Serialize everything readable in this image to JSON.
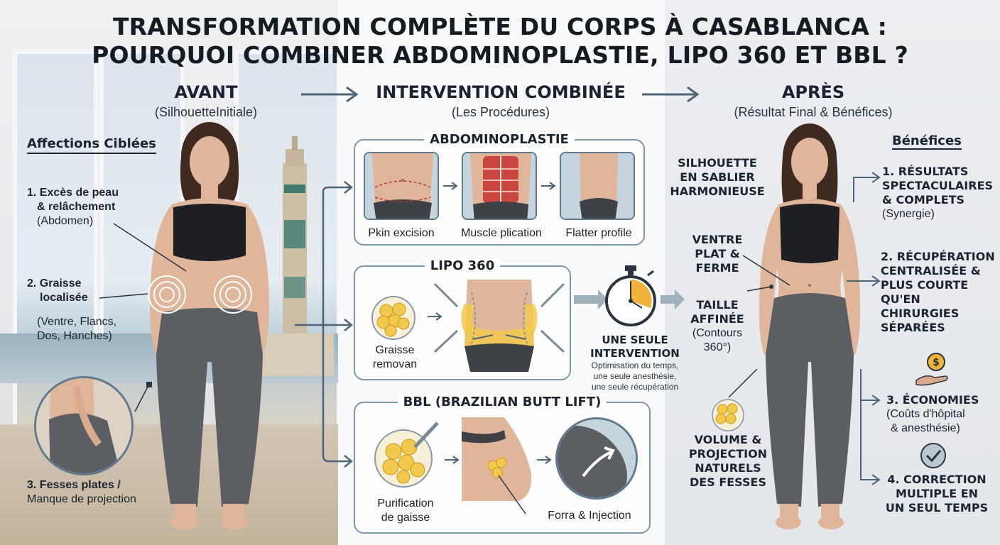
{
  "title": {
    "line1": "TRANSFORMATION COMPLÈTE DU CORPS À CASABLANCA :",
    "line2": "POURQUOI COMBINER ABDOMINOPLASTIE, LIPO 360 ET BBL ?"
  },
  "columns": {
    "avant": {
      "heading": "AVANT",
      "sub": "(SilhouetteInitiale)"
    },
    "intervention": {
      "heading": "INTERVENTION COMBINÉE",
      "sub": "(Les Procédures)"
    },
    "apres": {
      "heading": "APRÈS",
      "sub": "(Résultat Final & Bénéfices)"
    }
  },
  "left": {
    "section_title": "Affections Ciblées",
    "item1": {
      "line1": "1. Excès de peau",
      "line2": "& relâchement",
      "sub": "(Abdomen)"
    },
    "item2": {
      "line1": "2. Graisse",
      "line2": "localisée",
      "sub1": "(Ventre, Flancs,",
      "sub2": "Dos, Hanches)"
    },
    "item3": {
      "line1": "3. Fesses plates /",
      "line2": "Manque de projection"
    }
  },
  "abdo": {
    "title": "ABDOMINOPLASTIE",
    "captions": [
      "Pkin excision",
      "Muscle plication",
      "Flatter profile"
    ]
  },
  "lipo": {
    "title": "LIPO 360",
    "caption1": "Graisse",
    "caption2": "removan"
  },
  "bbl": {
    "title": "BBL (BRAZILIAN BUTT LIFT)",
    "caption1_l1": "Purification",
    "caption1_l2": "de gaisse",
    "caption2": "Forra & Injection"
  },
  "single": {
    "l1": "UNE SEULE",
    "l2": "INTERVENTION",
    "d1": "Optimisation du temps,",
    "d2": "une seule anesthésie,",
    "d3": "une seule récupération"
  },
  "right_labels": {
    "silhouette": [
      "SILHOUETTE",
      "EN SABLIER",
      "HARMONIEUSE"
    ],
    "ventre": [
      "VENTRE",
      "PLAT &",
      "FERME"
    ],
    "taille": [
      "TAILLE",
      "AFFINÉE"
    ],
    "taille_sub": [
      "(Contours",
      "360°)"
    ],
    "volume": [
      "VOLUME &",
      "PROJECTION",
      "NATURELS",
      "DES FESSES"
    ]
  },
  "benefits": {
    "title": "Bénéfices",
    "b1": [
      "1. RÉSULTATS",
      "SPECTACULAIRES",
      "& COMPLETS"
    ],
    "b1_sub": "(Synergie)",
    "b2": [
      "2. RÉCUPÉRATION",
      "CENTRALISÉE &",
      "PLUS COURTE",
      "QU'EN",
      "CHIRURGIES",
      "SÉPARÉES"
    ],
    "b3": [
      "3. ÉCONOMIES"
    ],
    "b3_sub": [
      "(Coûts d'hôpital",
      "& anesthésie)"
    ],
    "b4": [
      "4. CORRECTION",
      "MULTIPLE EN",
      "UN SEUL TEMPS"
    ]
  },
  "icons": {
    "flow_arrow": "arrow-right-icon",
    "timer": "stopwatch-icon",
    "savings": "hand-coin-icon",
    "check": "check-circle-icon"
  },
  "colors": {
    "accent": "#5f7a8c",
    "fat": "#f2c94c",
    "muscle": "#c9473f",
    "timer_fill": "#f0b43c"
  }
}
